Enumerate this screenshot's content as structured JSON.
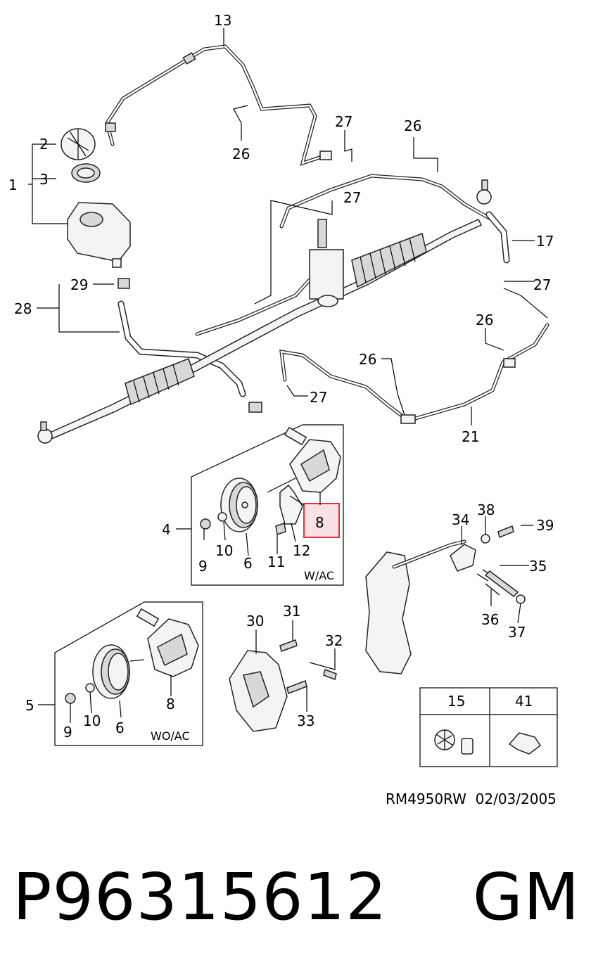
{
  "callouts": {
    "c1": "1",
    "c2": "2",
    "c3": "3",
    "c4": "4",
    "c5": "5",
    "c6a": "6",
    "c6b": "6",
    "c8a": "8",
    "c8b": "8",
    "c9a": "9",
    "c9b": "9",
    "c10a": "10",
    "c10b": "10",
    "c11": "11",
    "c12": "12",
    "c13": "13",
    "c15": "15",
    "c17": "17",
    "c21": "21",
    "c26a": "26",
    "c26b": "26",
    "c26c": "26",
    "c26d": "26",
    "c27a": "27",
    "c27b": "27",
    "c27c": "27",
    "c27d": "27",
    "c28": "28",
    "c29": "29",
    "c30": "30",
    "c31": "31",
    "c32": "32",
    "c33": "33",
    "c34": "34",
    "c35": "35",
    "c36": "36",
    "c37": "37",
    "c38": "38",
    "c39": "39",
    "c41": "41"
  },
  "boxes": {
    "with_ac": "W/AC",
    "without_ac": "WO/AC"
  },
  "reference": "RM4950RW  02/03/2005",
  "part_number_line": "P96315612    GM",
  "highlighted_callout": "8",
  "colors": {
    "highlight": "#d9333f",
    "ink": "#000000"
  }
}
